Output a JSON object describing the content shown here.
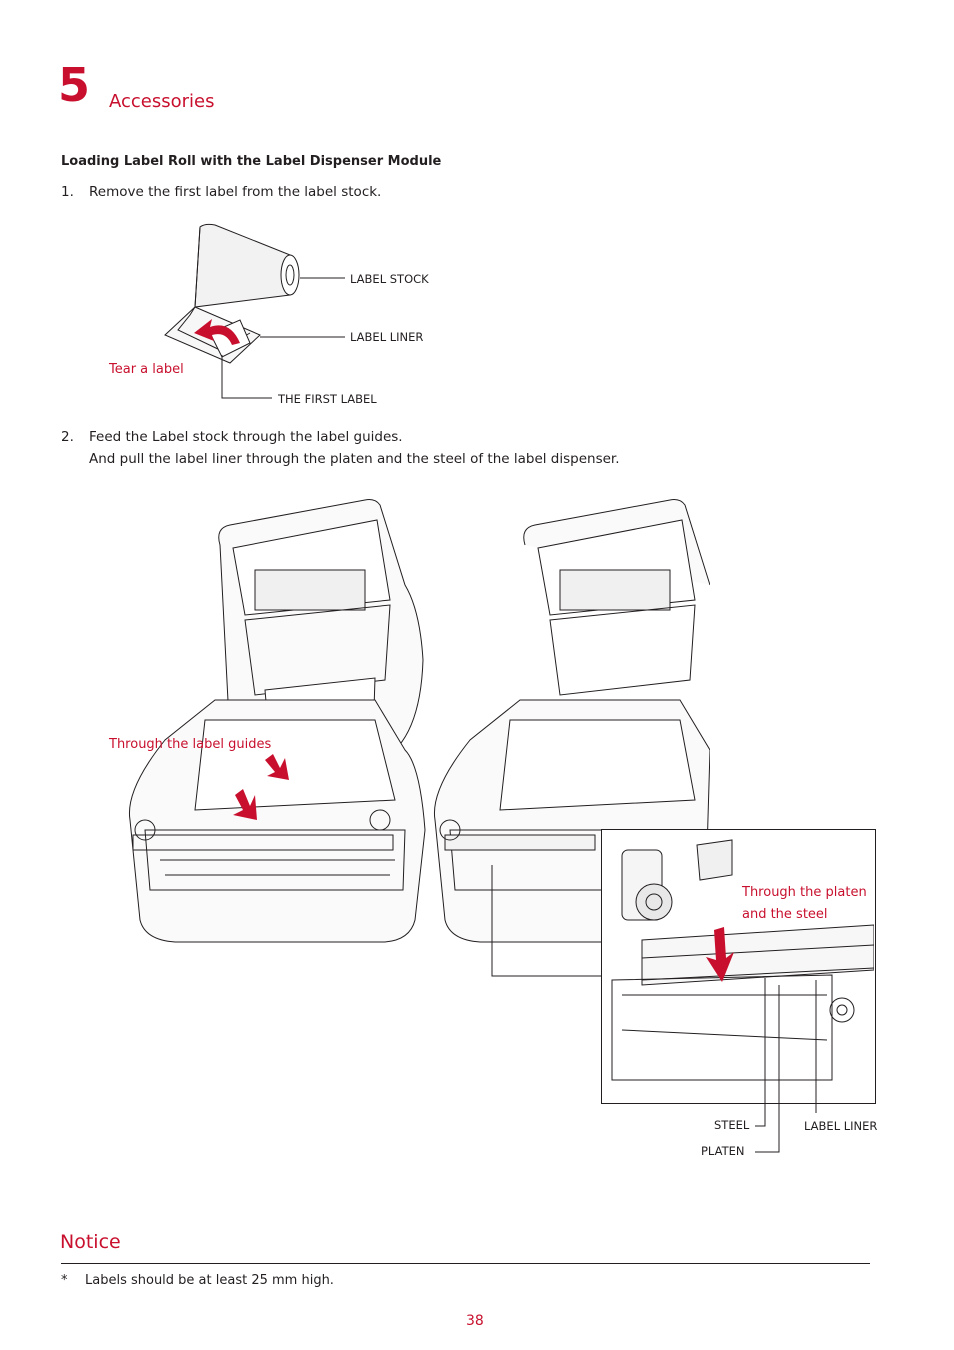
{
  "chapter": {
    "number": "5",
    "title": "Accessories"
  },
  "section_title": "Loading Label Roll with the Label Dispenser Module",
  "steps": [
    {
      "num": "1.",
      "lines": [
        "Remove the first label from the label stock."
      ]
    },
    {
      "num": "2.",
      "lines": [
        "Feed the Label stock through the label guides.",
        "And pull the label liner through the platen and the steel of the label dispenser."
      ]
    }
  ],
  "figure1": {
    "callouts": {
      "label_stock": "LABEL STOCK",
      "label_liner": "LABEL LINER",
      "first_label": "THE FIRST LABEL"
    },
    "action": "Tear a label"
  },
  "figure2": {
    "action_guides": "Through the label guides",
    "action_platen_line1": "Through the platen",
    "action_platen_line2": "and the steel",
    "callouts": {
      "steel": "STEEL",
      "platen": "PLATEN",
      "label_liner": "LABEL LINER"
    }
  },
  "notice": {
    "title": "Notice",
    "bullet": "*",
    "items": [
      "Labels should be at least 25 mm high."
    ]
  },
  "page_number": "38",
  "colors": {
    "accent": "#c8102e",
    "text": "#231f20",
    "line": "#231f20"
  }
}
